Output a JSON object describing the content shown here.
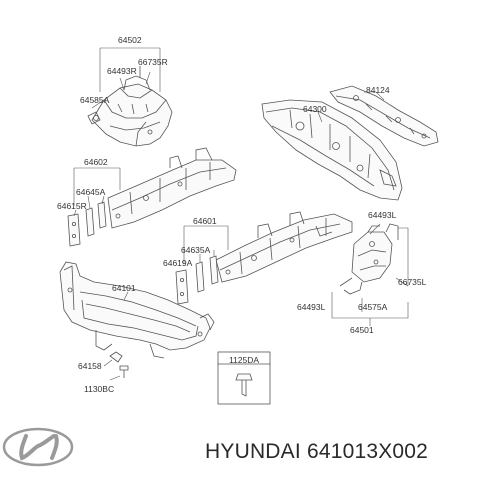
{
  "labels": {
    "p64502": "64502",
    "p66735R": "66735R",
    "p64493R": "64493R",
    "p64585A": "64585A",
    "p84124": "84124",
    "p64300": "64300",
    "p64602": "64602",
    "p64645A": "64645A",
    "p64615R": "64615R",
    "p64601": "64601",
    "p64635A": "64635A",
    "p64619A": "64619A",
    "p64493L": "64493L",
    "p66735L": "66735L",
    "p64493L_2": "64493L",
    "p64575A": "64575A",
    "p64501": "64501",
    "p64101": "64101",
    "p64158": "64158",
    "p1130BC": "1130BC",
    "p1125DA": "1125DA"
  },
  "brand_text": "HYUNDAI 641013X002",
  "colors": {
    "line": "#555555",
    "text": "#333333",
    "logo": "#9a9a9a"
  },
  "icons": {
    "logo": "hyundai-logo-icon"
  }
}
